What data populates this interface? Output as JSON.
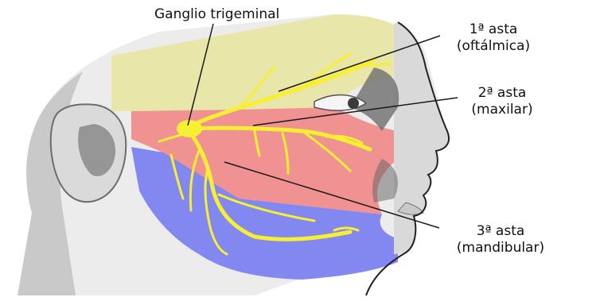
{
  "labels": {
    "ganglion": "Ganglio trigeminal",
    "v1": {
      "line1": "1ª asta",
      "line2": "(oftálmica)"
    },
    "v2": {
      "line1": "2ª asta",
      "line2": "(maxilar)"
    },
    "v3": {
      "line1": "3ª asta",
      "line2": "(mandibular)"
    }
  },
  "colors": {
    "ophthalmic_zone": "#e9e6a6",
    "maxillary_zone": "#f08a8a",
    "mandibular_zone": "#7a7ff0",
    "nerve": "#f7f032",
    "skin": "#ececec",
    "skin_shadow": "#8c8c8c"
  }
}
